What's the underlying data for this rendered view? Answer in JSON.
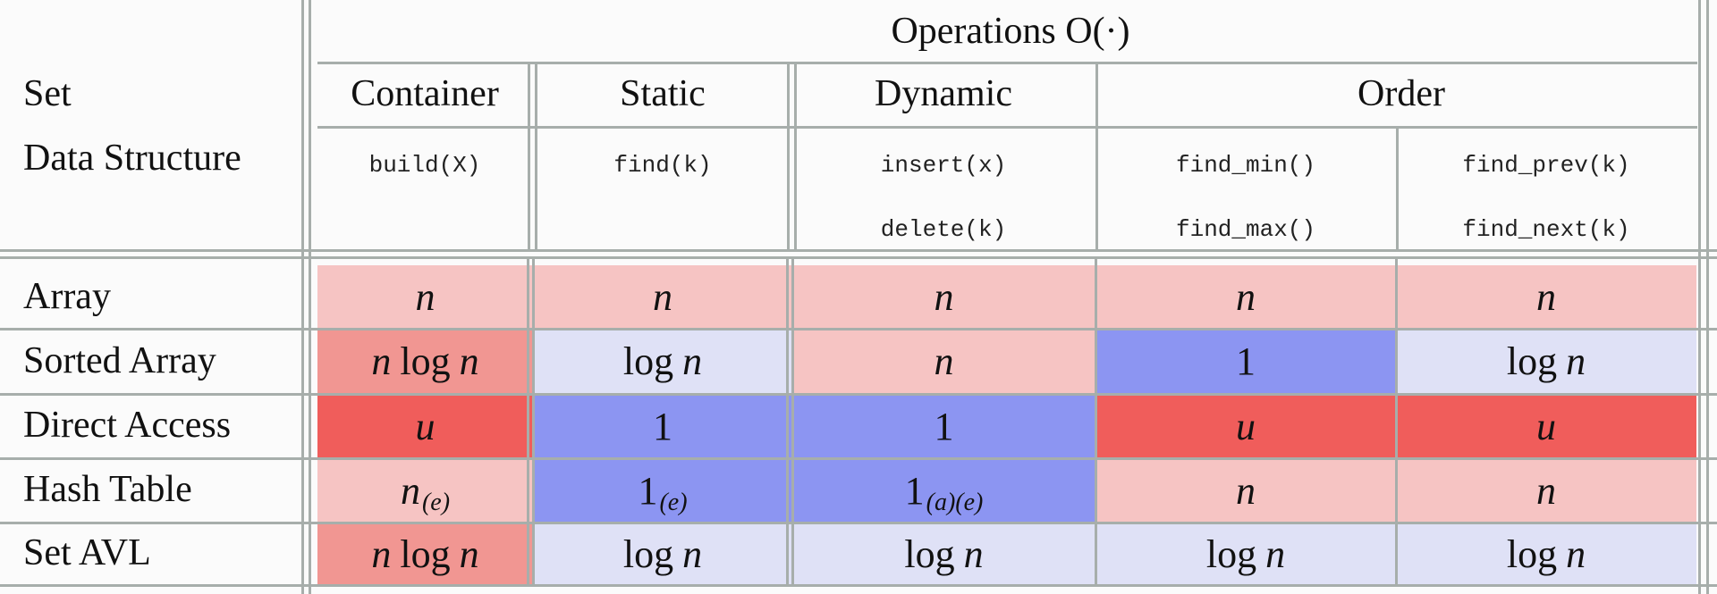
{
  "header": {
    "left_line1": "Set",
    "left_line2": "Data Structure",
    "operations_title": "Operations O(·)"
  },
  "groups": [
    {
      "label": "Container"
    },
    {
      "label": "Static"
    },
    {
      "label": "Dynamic"
    },
    {
      "label": "Order"
    }
  ],
  "ops": {
    "container": [
      "build(X)"
    ],
    "static": [
      "find(k)"
    ],
    "dynamic": [
      "insert(x)",
      "delete(k)"
    ],
    "order_a": [
      "find_min()",
      "find_max()"
    ],
    "order_b": [
      "find_prev(k)",
      "find_next(k)"
    ]
  },
  "colors": {
    "n": "#f6c4c3",
    "nlogn": "#f19692",
    "u": "#f05d5b",
    "logn": "#dfe1f6",
    "one": "#8c95f2"
  },
  "rows": [
    {
      "label": "Array",
      "cells": [
        {
          "text": "n",
          "level": "n"
        },
        {
          "text": "n",
          "level": "n"
        },
        {
          "text": "n",
          "level": "n"
        },
        {
          "text": "n",
          "level": "n"
        },
        {
          "text": "n",
          "level": "n"
        }
      ]
    },
    {
      "label": "Sorted Array",
      "cells": [
        {
          "text": "n log n",
          "level": "nlogn"
        },
        {
          "text": "log n",
          "level": "logn"
        },
        {
          "text": "n",
          "level": "n"
        },
        {
          "text": "1",
          "level": "one"
        },
        {
          "text": "log n",
          "level": "logn"
        }
      ]
    },
    {
      "label": "Direct Access",
      "cells": [
        {
          "text": "u",
          "level": "u"
        },
        {
          "text": "1",
          "level": "one"
        },
        {
          "text": "1",
          "level": "one"
        },
        {
          "text": "u",
          "level": "u"
        },
        {
          "text": "u",
          "level": "u"
        }
      ]
    },
    {
      "label": "Hash Table",
      "cells": [
        {
          "text": "n",
          "sub": "(e)",
          "level": "n"
        },
        {
          "text": "1",
          "sub": "(e)",
          "level": "one"
        },
        {
          "text": "1",
          "sub": "(a)(e)",
          "level": "one"
        },
        {
          "text": "n",
          "level": "n"
        },
        {
          "text": "n",
          "level": "n"
        }
      ]
    },
    {
      "label": "Set AVL",
      "cells": [
        {
          "text": "n log n",
          "level": "nlogn"
        },
        {
          "text": "log n",
          "level": "logn"
        },
        {
          "text": "log n",
          "level": "logn"
        },
        {
          "text": "log n",
          "level": "logn"
        },
        {
          "text": "log n",
          "level": "logn"
        }
      ]
    }
  ]
}
